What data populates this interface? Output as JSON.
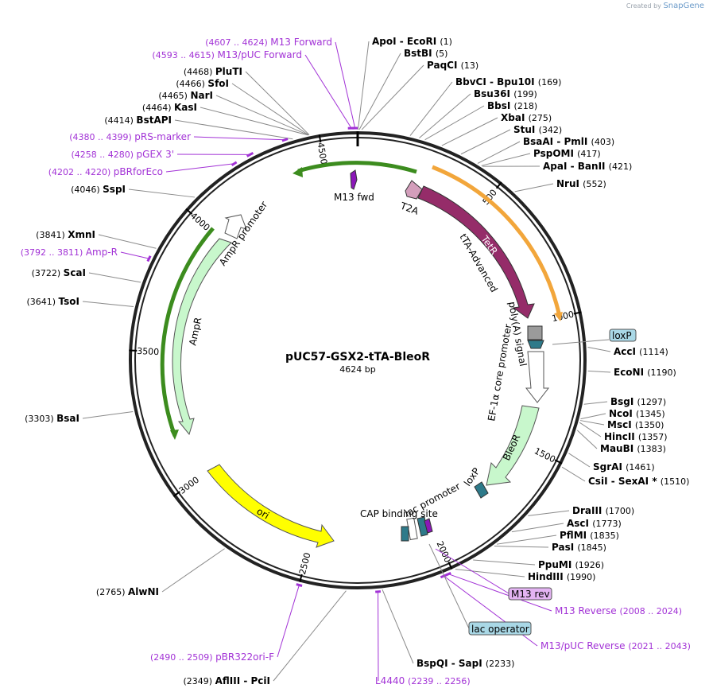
{
  "credit": {
    "prefix": "Created by",
    "brand": "SnapGene"
  },
  "plasmid": {
    "name": "pUC57-GSX2-tTA-BleoR",
    "size_label": "4624 bp",
    "length": 4624
  },
  "ticks": [
    {
      "bp": 500,
      "label": "500"
    },
    {
      "bp": 1000,
      "label": "1000"
    },
    {
      "bp": 1500,
      "label": "1500"
    },
    {
      "bp": 2000,
      "label": "2000"
    },
    {
      "bp": 2500,
      "label": "2500"
    },
    {
      "bp": 3000,
      "label": "3000"
    },
    {
      "bp": 3500,
      "label": "3500"
    },
    {
      "bp": 4000,
      "label": "4000"
    },
    {
      "bp": 4500,
      "label": "4500"
    }
  ],
  "sites": [
    {
      "bp": 1,
      "name": "ApoI - EcoRI",
      "pos": "(1)"
    },
    {
      "bp": 5,
      "name": "BstBI",
      "pos": "(5)"
    },
    {
      "bp": 13,
      "name": "PaqCI",
      "pos": "(13)"
    },
    {
      "bp": 169,
      "name": "BbvCI - Bpu10I",
      "pos": "(169)"
    },
    {
      "bp": 199,
      "name": "Bsu36I",
      "pos": "(199)"
    },
    {
      "bp": 218,
      "name": "BbsI",
      "pos": "(218)"
    },
    {
      "bp": 275,
      "name": "XbaI",
      "pos": "(275)"
    },
    {
      "bp": 342,
      "name": "StuI",
      "pos": "(342)"
    },
    {
      "bp": 403,
      "name": "BsaAI - PmlI",
      "pos": "(403)"
    },
    {
      "bp": 417,
      "name": "PspOMI",
      "pos": "(417)"
    },
    {
      "bp": 421,
      "name": "ApaI - BanII",
      "pos": "(421)"
    },
    {
      "bp": 552,
      "name": "NruI",
      "pos": "(552)"
    },
    {
      "bp": 1114,
      "name": "AccI",
      "pos": "(1114)"
    },
    {
      "bp": 1190,
      "name": "EcoNI",
      "pos": "(1190)"
    },
    {
      "bp": 1297,
      "name": "BsgI",
      "pos": "(1297)"
    },
    {
      "bp": 1345,
      "name": "NcoI",
      "pos": "(1345)"
    },
    {
      "bp": 1350,
      "name": "MscI",
      "pos": "(1350)"
    },
    {
      "bp": 1357,
      "name": "HincII",
      "pos": "(1357)"
    },
    {
      "bp": 1383,
      "name": "MauBI",
      "pos": "(1383)"
    },
    {
      "bp": 1461,
      "name": "SgrAI",
      "pos": "(1461)"
    },
    {
      "bp": 1510,
      "name": "CsiI - SexAI *",
      "pos": "(1510)"
    },
    {
      "bp": 1700,
      "name": "DraIII",
      "pos": "(1700)"
    },
    {
      "bp": 1773,
      "name": "AscI",
      "pos": "(1773)"
    },
    {
      "bp": 1835,
      "name": "PflMI",
      "pos": "(1835)"
    },
    {
      "bp": 1845,
      "name": "PasI",
      "pos": "(1845)"
    },
    {
      "bp": 1926,
      "name": "PpuMI",
      "pos": "(1926)"
    },
    {
      "bp": 1990,
      "name": "HindIII",
      "pos": "(1990)"
    },
    {
      "bp": 2233,
      "name": "BspQI - SapI",
      "pos": "(2233)"
    },
    {
      "bp": 2349,
      "name": "AflIII - PciI",
      "pos": "(2349)"
    },
    {
      "bp": 2765,
      "name": "AlwNI",
      "pos": "(2765)"
    },
    {
      "bp": 3303,
      "name": "BsaI",
      "pos": "(3303)"
    },
    {
      "bp": 3641,
      "name": "TsoI",
      "pos": "(3641)"
    },
    {
      "bp": 3722,
      "name": "ScaI",
      "pos": "(3722)"
    },
    {
      "bp": 3841,
      "name": "XmnI",
      "pos": "(3841)"
    },
    {
      "bp": 4046,
      "name": "SspI",
      "pos": "(4046)"
    },
    {
      "bp": 4414,
      "name": "BstAPI",
      "pos": "(4414)"
    },
    {
      "bp": 4464,
      "name": "KasI",
      "pos": "(4464)"
    },
    {
      "bp": 4465,
      "name": "NarI",
      "pos": "(4465)"
    },
    {
      "bp": 4466,
      "name": "SfoI",
      "pos": "(4466)"
    },
    {
      "bp": 4468,
      "name": "PluTI",
      "pos": "(4468)"
    }
  ],
  "primers": [
    {
      "name": "M13 Forward",
      "range": "(4607 .. 4624)",
      "start": 4607,
      "end": 4624
    },
    {
      "name": "M13/pUC Forward",
      "range": "(4593 .. 4615)",
      "start": 4593,
      "end": 4615
    },
    {
      "name": "pRS-marker",
      "range": "(4380 .. 4399)",
      "start": 4380,
      "end": 4399
    },
    {
      "name": "pGEX 3'",
      "range": "(4258 .. 4280)",
      "start": 4258,
      "end": 4280
    },
    {
      "name": "pBRforEco",
      "range": "(4202 .. 4220)",
      "start": 4202,
      "end": 4220
    },
    {
      "name": "Amp-R",
      "range": "(3792 .. 3811)",
      "start": 3792,
      "end": 3811
    },
    {
      "name": "M13 Reverse",
      "range": "(2008 .. 2024)",
      "start": 2008,
      "end": 2024
    },
    {
      "name": "M13/pUC Reverse",
      "range": "(2021 .. 2043)",
      "start": 2021,
      "end": 2043
    },
    {
      "name": "L4440",
      "range": "(2239 .. 2256)",
      "start": 2239,
      "end": 2256
    },
    {
      "name": "pBR322ori-F",
      "range": "(2490 .. 2509)",
      "start": 2490,
      "end": 2509
    }
  ],
  "boxed_labels": [
    {
      "text": "loxP",
      "color": "#a9d8e6"
    },
    {
      "text": "M13 rev",
      "color": "#e3b3f2"
    },
    {
      "text": "lac operator",
      "color": "#a9d8e6"
    }
  ],
  "features": [
    {
      "name": "TetR",
      "color": "#952c69"
    },
    {
      "name": "tTA-Advanced",
      "color": "#000000"
    },
    {
      "name": "T2A",
      "color": "#d39ebb"
    },
    {
      "name": "M13 fwd",
      "color": "#8b17b8"
    },
    {
      "name": "poly(A) signal",
      "color": "#9b9b9b"
    },
    {
      "name": "EF-1α core promoter",
      "color": "#ffffff"
    },
    {
      "name": "BleoR",
      "color": "#c8f7cc"
    },
    {
      "name": "loxP",
      "color": "#2e7a8a"
    },
    {
      "name": "lac promoter",
      "color": "#ffffff"
    },
    {
      "name": "CAP binding site",
      "color": "#2e7a8a"
    },
    {
      "name": "ori",
      "color": "#ffff00"
    },
    {
      "name": "AmpR",
      "color": "#c8f7cc"
    },
    {
      "name": "AmpR promoter",
      "color": "#ffffff"
    }
  ],
  "colors": {
    "primer": "#a232d6",
    "backbone": "#222222",
    "orange_arc": "#f2a63b",
    "green_arc": "#3c8c1e"
  }
}
